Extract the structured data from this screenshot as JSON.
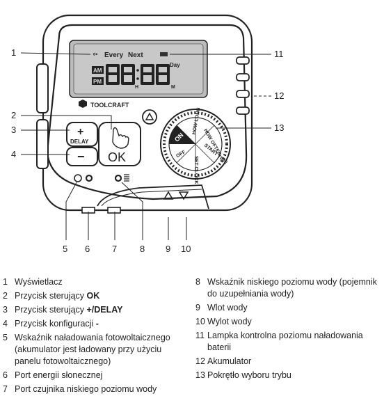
{
  "device": {
    "brand": "TOOLCRAFT",
    "lcd_every": "Every",
    "lcd_next": "Next",
    "lcd_day": "Day",
    "lcd_am": "AM",
    "lcd_pm": "PM",
    "lcd_h": "H",
    "lcd_m": "M",
    "btn_plus": "+",
    "btn_delay": "DELAY",
    "btn_minus": "−",
    "btn_ok": "OK",
    "dial_on": "ON",
    "dial_off": "OFF",
    "dial_how_long": "HOW LONG",
    "dial_how_often": "HOW OFTEN",
    "dial_start_time": "START TIME",
    "dial_set_clock": "SET CLOCK"
  },
  "callouts": [
    "1",
    "2",
    "3",
    "4",
    "5",
    "6",
    "7",
    "8",
    "9",
    "10",
    "11",
    "12",
    "13"
  ],
  "legend_left": [
    {
      "num": "1",
      "text": "Wyświetlacz"
    },
    {
      "num": "2",
      "text": "Przycisk sterujący ",
      "bold": "OK"
    },
    {
      "num": "3",
      "text": "Przycisk sterujący ",
      "bold": "+/DELAY"
    },
    {
      "num": "4",
      "text": "Przycisk konfiguracji ",
      "bold": "-"
    },
    {
      "num": "5",
      "text": "Wskaźnik naładowania fotowoltaicznego (akumulator jest ładowany przy użyciu panelu fotowoltaicznego)"
    },
    {
      "num": "6",
      "text": "Port energii słonecznej"
    },
    {
      "num": "7",
      "text": "Port czujnika niskiego poziomu wody"
    }
  ],
  "legend_right": [
    {
      "num": "8",
      "text": "Wskaźnik niskiego poziomu wody (pojemnik do uzupełniania wody)"
    },
    {
      "num": "9",
      "text": "Wlot wody"
    },
    {
      "num": "10",
      "text": "Wylot wody"
    },
    {
      "num": "11",
      "text": "Lampka kontrolna poziomu naładowania baterii"
    },
    {
      "num": "12",
      "text": "Akumulator"
    },
    {
      "num": "13",
      "text": "Pokrętło wyboru trybu"
    }
  ]
}
